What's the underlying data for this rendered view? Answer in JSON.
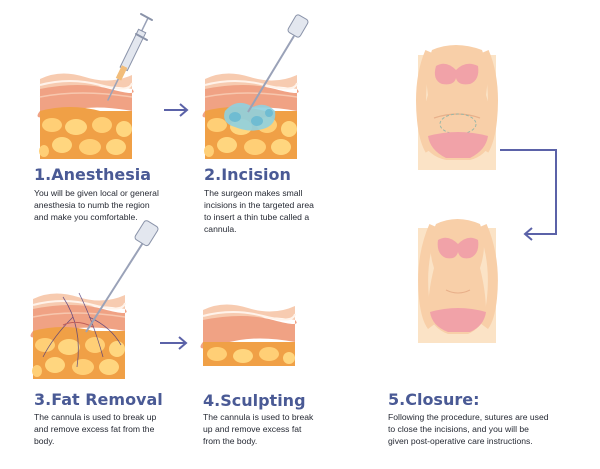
{
  "colors": {
    "accent": "#4a5a95",
    "arrow": "#5b62a8",
    "skin_top": "#f4c6a8",
    "dermis": "#f0a884",
    "fat": "#f0a248",
    "fat_cell": "#ffd37a",
    "panel_bg": "#fbe3c6",
    "body_skin": "#f8cfa8",
    "underwear": "#f1a2a8"
  },
  "steps": [
    {
      "title": "1.Anesthesia",
      "lines": [
        "You will be given local or general",
        "anesthesia to numb the region",
        "and make you comfortable."
      ],
      "image_icon": "syringe-skin-icon"
    },
    {
      "title": "2.Incision",
      "lines": [
        "The surgeon makes small",
        "incisions in the targeted area",
        "to insert a thin tube called a",
        "cannula."
      ],
      "image_icon": "cannula-incision-icon"
    },
    {
      "title": "3.Fat Removal",
      "lines": [
        "The cannula is used to break up",
        "and remove excess fat from the",
        "body."
      ],
      "image_icon": "fat-removal-icon"
    },
    {
      "title": "4.Sculpting",
      "lines": [
        "The cannula is used to break",
        "up and remove excess fat",
        "from the body."
      ],
      "image_icon": "sculpted-skin-icon"
    },
    {
      "title": "5.Closure:",
      "lines": [
        "Following the procedure, sutures are used",
        "to close the incisions, and you will be",
        "given post-operative care instructions."
      ],
      "image_icon": "body-before-after-icon"
    }
  ]
}
